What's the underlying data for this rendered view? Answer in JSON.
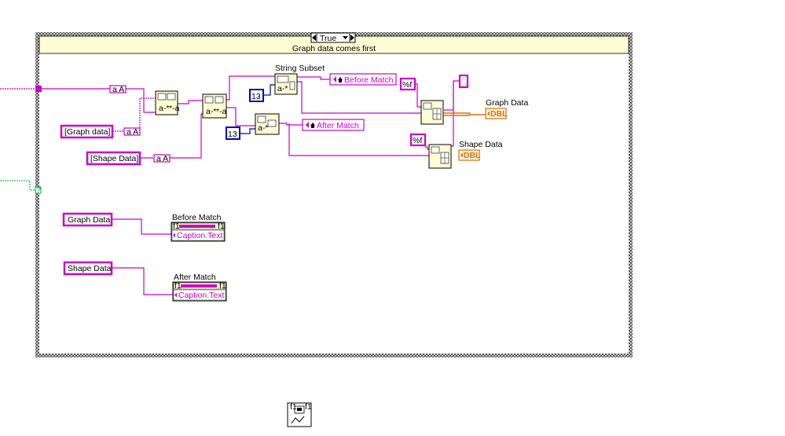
{
  "case_structure": {
    "selector_value": "True",
    "label": "Graph data comes first"
  },
  "constants": {
    "graph_data_array": "[Graph data]",
    "shape_data_array": "[Shape Data]",
    "graph_data_string": "Graph Data",
    "shape_data_string": "Shape Data",
    "offset_13_a": "13",
    "offset_13_b": "13",
    "format_a": "%f",
    "format_b": "%f"
  },
  "labels": {
    "string_subset": "String Subset",
    "graph_data_ind": "Graph Data",
    "shape_data_ind": "Shape Data",
    "before_match": "Before Match",
    "after_match": "After Match"
  },
  "property_nodes": [
    {
      "label": "Before Match",
      "property": "Caption.Text"
    },
    {
      "label": "After Match",
      "property": "Caption.Text"
    }
  ],
  "local_vars": {
    "before": "Before Match",
    "after": "After Match"
  },
  "terminals": {
    "dbl": "DBL",
    "str": "a A"
  },
  "colors": {
    "string_wire": "#cc00cc",
    "numeric_wire": "#0000cc",
    "dbl_wire": "#e07000",
    "bool_wire": "#00aa44",
    "case_header": "#fefed4"
  }
}
